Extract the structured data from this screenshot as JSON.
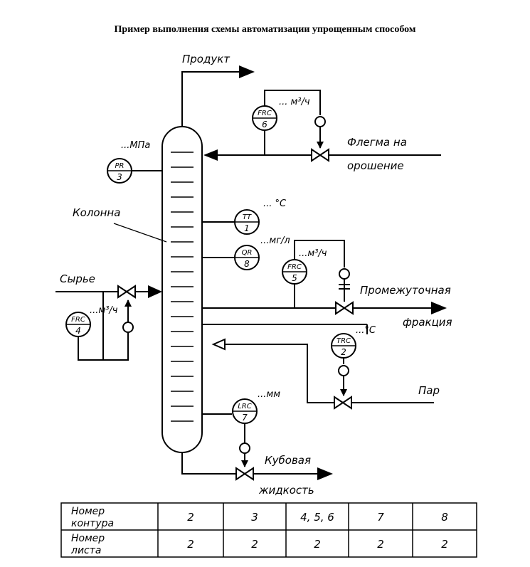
{
  "title": "Пример выполнения схемы автоматизации упрощенным способом",
  "streams": {
    "product": "Продукт",
    "reflux_line1": "Флегма на",
    "reflux_line2": "орошение",
    "feed": "Сырье",
    "intermediate_line1": "Промежуточная",
    "intermediate_line2": "фракция",
    "steam": "Пар",
    "bottoms_line1": "Кубовая",
    "bottoms_line2": "жидкость"
  },
  "column_label": "Колонна",
  "instruments": [
    {
      "id": "pr3",
      "tag": "PR",
      "num": "3",
      "unit": "...МПа"
    },
    {
      "id": "frc6",
      "tag": "FRC",
      "num": "6",
      "unit": "... м³/ч"
    },
    {
      "id": "tt1",
      "tag": "TT",
      "num": "1",
      "unit": "... °С"
    },
    {
      "id": "qr8",
      "tag": "QR",
      "num": "8",
      "unit": "...мг/л"
    },
    {
      "id": "frc5",
      "tag": "FRC",
      "num": "5",
      "unit": "...м³/ч"
    },
    {
      "id": "frc4",
      "tag": "FRC",
      "num": "4",
      "unit": "...м³/ч"
    },
    {
      "id": "trc2",
      "tag": "TRC",
      "num": "2",
      "unit": "...°С"
    },
    {
      "id": "lrc7",
      "tag": "LRC",
      "num": "7",
      "unit": "...мм"
    }
  ],
  "table": {
    "row1_head_line1": "Номер",
    "row1_head_line2": "контура",
    "row2_head_line1": "Номер",
    "row2_head_line2": "листа",
    "circuits": [
      "2",
      "3",
      "4, 5, 6",
      "7",
      "8"
    ],
    "sheets": [
      "2",
      "2",
      "2",
      "2",
      "2"
    ]
  }
}
